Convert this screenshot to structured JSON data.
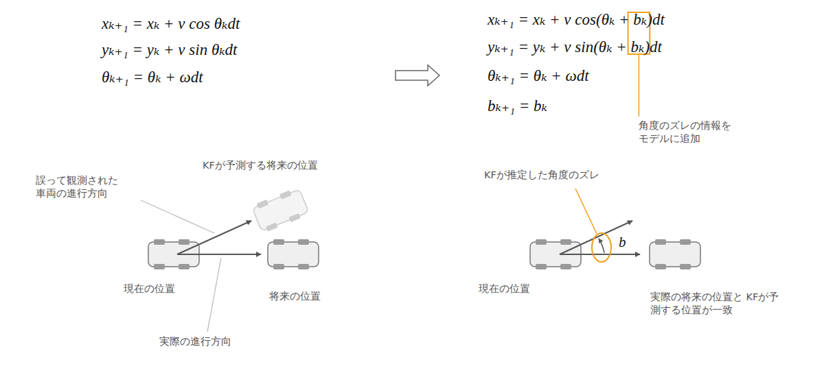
{
  "diagram": {
    "labels": [
      "xₖ₊₁ = xₖ + v cos θₖdt",
      "yₖ₊₁ = yₖ + v sin θₖdt",
      "θₖ₊₁ = θₖ + ωdt",
      "xₖ₊₁ = xₖ + v cos(θₖ + bₖ)dt",
      "yₖ₊₁ = yₖ + v sin(θₖ + bₖ)dt",
      "θₖ₊₁ = θₖ + ωdt",
      "bₖ₊₁ = bₖ",
      "角度のズレの情報を モデルに追加",
      "KFが予測する将来の位置",
      "誤って観測された 車両の進行方向",
      "現在の位置",
      "将来の位置",
      "実際の進行方向",
      "KFが推定した角度のズレ",
      "b",
      "現在の位置",
      "実際の将来の位置と KFが予測する位置が一致"
    ]
  }
}
